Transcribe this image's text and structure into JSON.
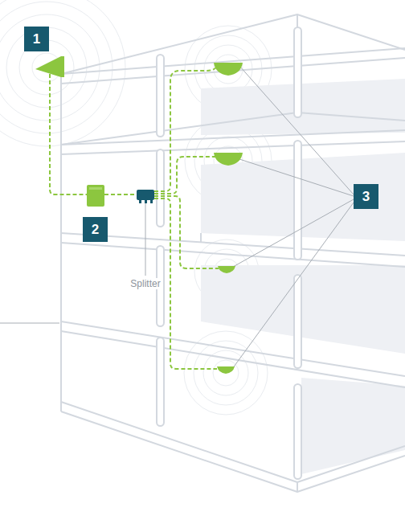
{
  "diagram": {
    "labels": [
      "1",
      "2",
      "3",
      "Splitter"
    ]
  }
}
